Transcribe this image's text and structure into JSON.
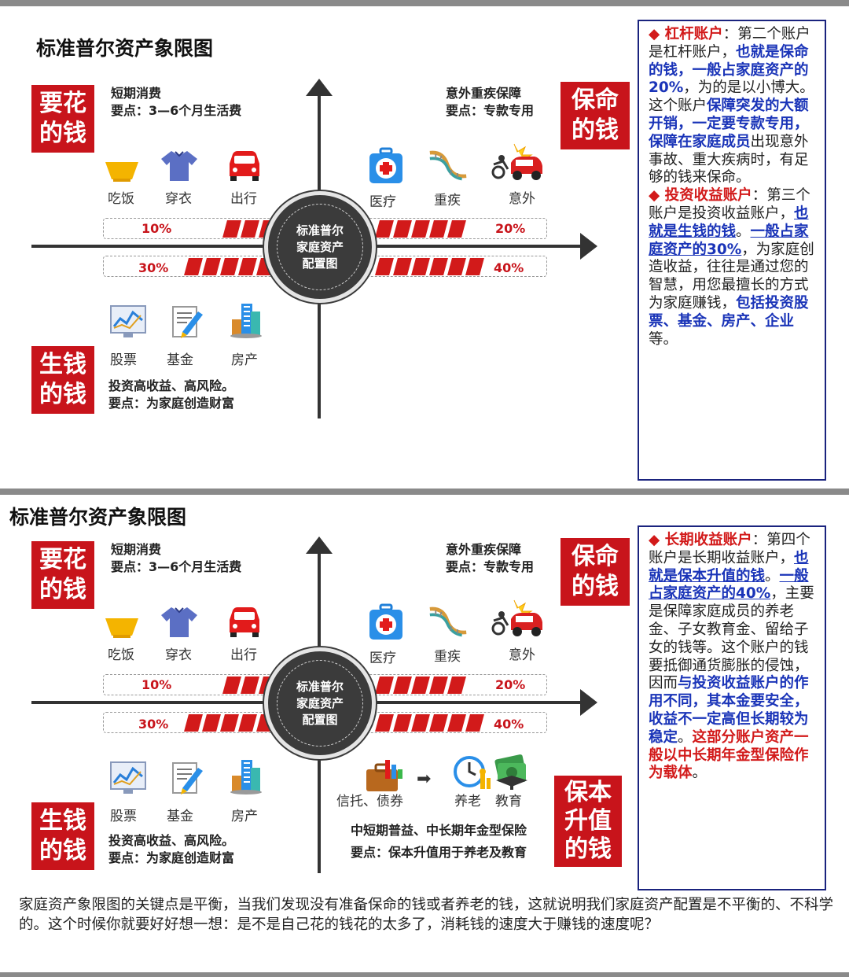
{
  "panel1": {
    "title": "标准普尔资产象限图",
    "spend_box": [
      "要花",
      "的钱"
    ],
    "spend_note": [
      "短期消费",
      "要点：3—6个月生活费"
    ],
    "protect_box": [
      "保命",
      "的钱"
    ],
    "protect_note": [
      "意外重疾保障",
      "要点：专款专用"
    ],
    "earn_box": [
      "生钱",
      "的钱"
    ],
    "earn_note": [
      "投资高收益、高风险。",
      "要点：为家庭创造财富"
    ],
    "spend_items": [
      "吃饭",
      "穿衣",
      "出行"
    ],
    "protect_items": [
      "医疗",
      "重疾",
      "意外"
    ],
    "earn_items": [
      "股票",
      "基金",
      "房产"
    ],
    "pct_tl": "10%",
    "pct_tr": "20%",
    "pct_bl": "30%",
    "pct_br": "40%",
    "center": [
      "标准普尔",
      "家庭资产",
      "配置图"
    ],
    "side": {
      "h1": "杠杆账户",
      "t1a": "：第二个账户是杠杆账户，",
      "t1b": "也就是保命的钱，一般占家庭资产的20%",
      "t1c": "，为的是以小博大。这个账户",
      "t1d": "保障突发的大额开销，一定要专款专用，保障在家庭成员",
      "t1e": "出现意外事故、重大疾病时，有足够的钱来保命。",
      "h2": "投资收益账户",
      "t2a": "：第三个账户是投资收益账户，",
      "t2b": "也就是生钱的钱",
      "t2c": "。",
      "t2d": "一般占家庭资产的30%",
      "t2e": "，为家庭创造收益，往往是通过您的智慧，用您最擅长的方式为家庭赚钱，",
      "t2f": "包括投资股票、基金、房产、企业",
      "t2g": "等。"
    }
  },
  "panel2": {
    "title": "标准普尔资产象限图",
    "spend_box": [
      "要花",
      "的钱"
    ],
    "spend_note": [
      "短期消费",
      "要点：3—6个月生活费"
    ],
    "protect_box": [
      "保命",
      "的钱"
    ],
    "protect_note": [
      "意外重疾保障",
      "要点：专款专用"
    ],
    "earn_box": [
      "生钱",
      "的钱"
    ],
    "earn_note": [
      "投资高收益、高风险。",
      "要点：为家庭创造财富"
    ],
    "keep_box": [
      "保本",
      "升值",
      "的钱"
    ],
    "keep_note": [
      "中短期普益、中长期年金型保险",
      "要点：保本升值用于养老及教育"
    ],
    "spend_items": [
      "吃饭",
      "穿衣",
      "出行"
    ],
    "protect_items": [
      "医疗",
      "重疾",
      "意外"
    ],
    "earn_items": [
      "股票",
      "基金",
      "房产"
    ],
    "keep_items": [
      "信托、债券",
      "养老",
      "教育"
    ],
    "pct_tl": "10%",
    "pct_tr": "20%",
    "pct_bl": "30%",
    "pct_br": "40%",
    "center": [
      "标准普尔",
      "家庭资产",
      "配置图"
    ],
    "side": {
      "h1": "长期收益账户",
      "t1a": "：第四个账户是长期收益账户，",
      "t1b": "也就是保本升值的钱",
      "t1c": "。",
      "t1d": "一般占家庭资产的40%",
      "t1e": "，主要是保障家庭成员的养老金、子女教育金、留给子女的钱等。这个账户的钱要抵御通货膨胀的侵蚀，因而",
      "t1f": "与投资收益账户的作用不同，其本金要安全，收益不一定高但长期较为稳定",
      "t1g": "。",
      "t1h": "这部分账户资产一般以中长期年金型保险作为载体",
      "t1i": "。"
    }
  },
  "footer": "家庭资产象限图的关键点是平衡，当我们发现没有准备保命的钱或者养老的钱，这就说明我们家庭资产配置是不平衡的、不科学的。这个时候你就要好好想一想：是不是自己花的钱花的太多了，消耗钱的速度大于赚钱的速度呢？",
  "colors": {
    "brand_red": "#c8141b",
    "link_blue": "#1a34b8",
    "frame_navy": "#1a237e"
  }
}
